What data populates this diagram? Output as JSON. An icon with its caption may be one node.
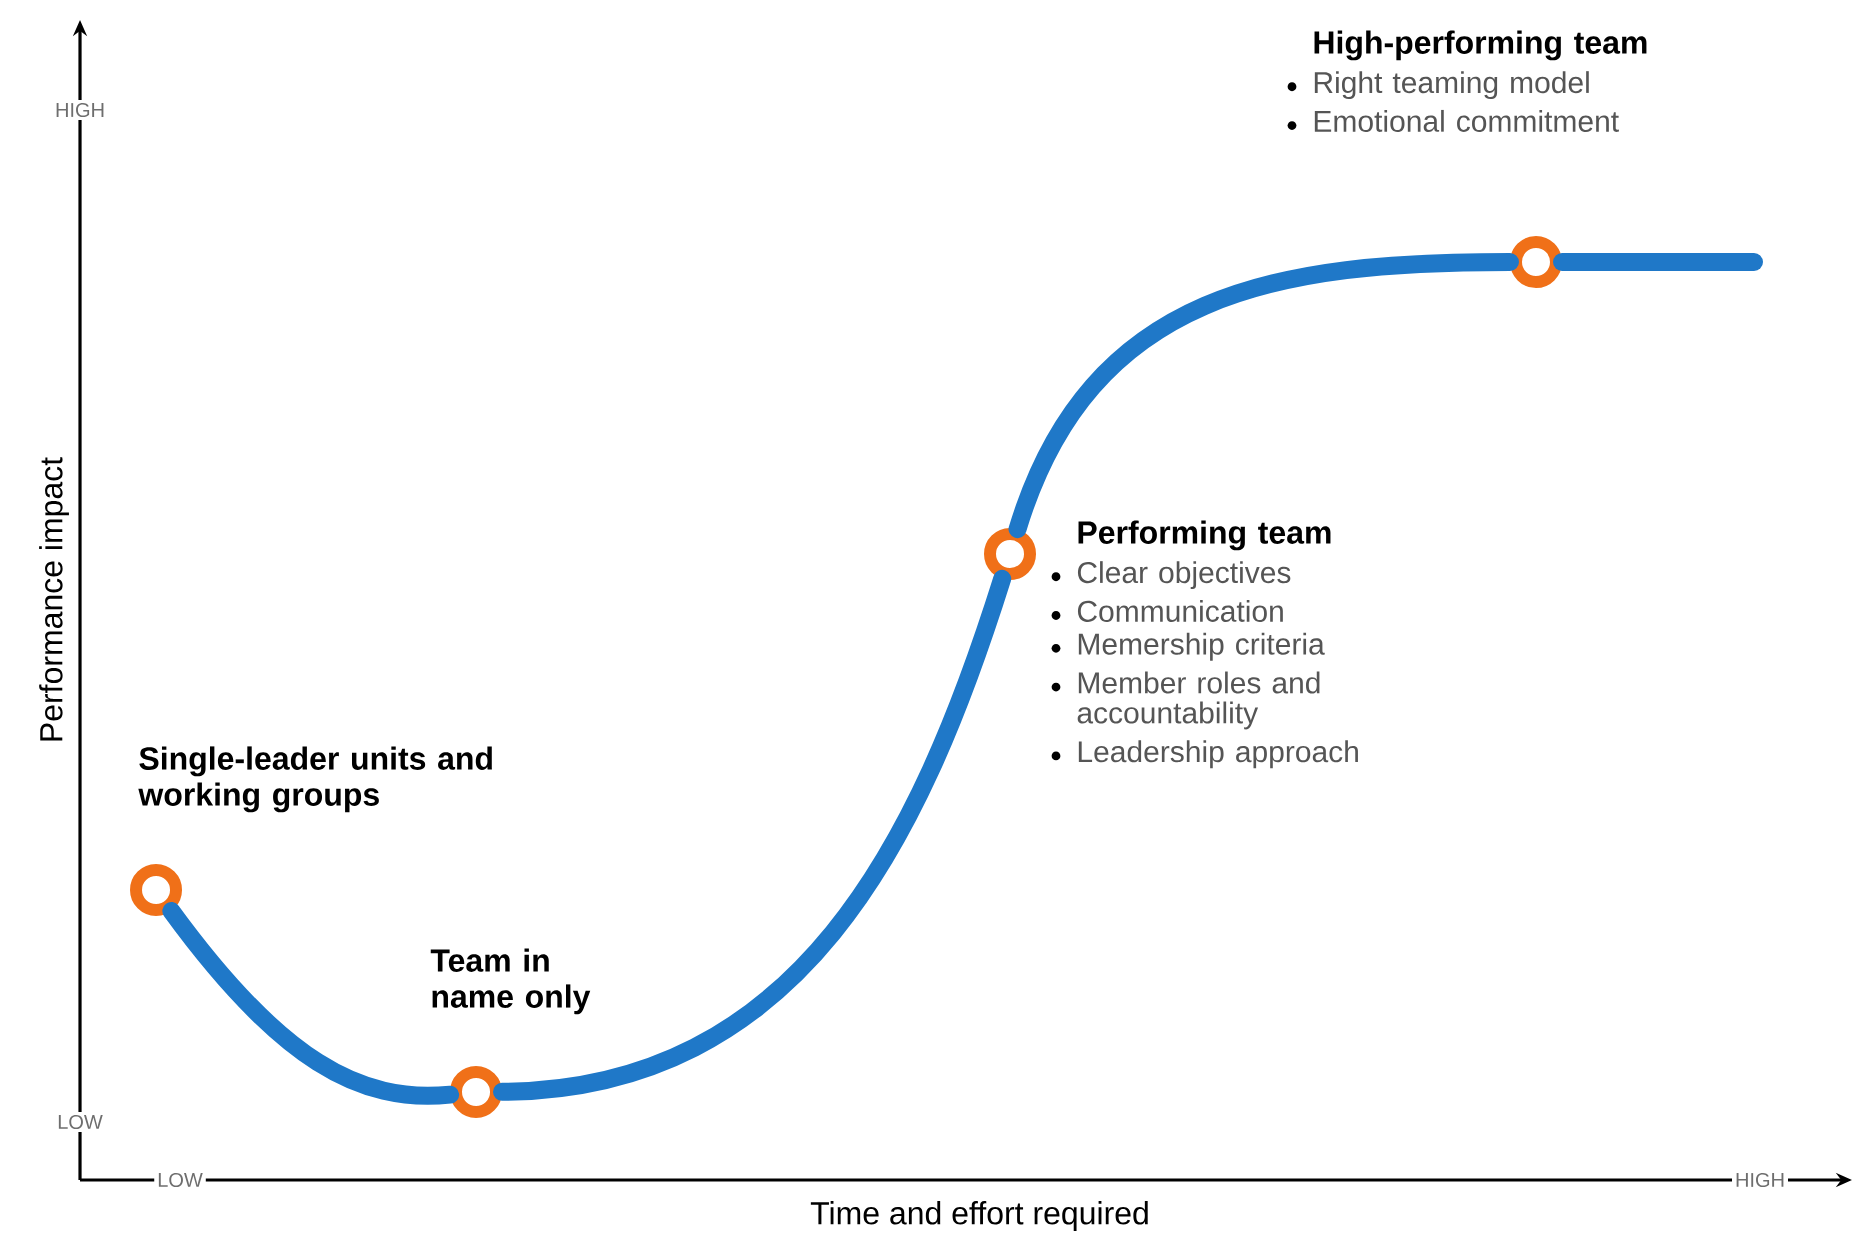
{
  "diagram": {
    "nodes": [
      {
        "text": [],
        "shape": "circle",
        "beside": [
          "Single-leader units and working groups"
        ]
      },
      {
        "text": [],
        "shape": "circle",
        "beside": [
          "Team in name only"
        ]
      },
      {
        "text": [],
        "shape": "circle",
        "beside": [
          "Performing team",
          "Clear objectives",
          "Communication",
          "Memership criteria",
          "Member roles and accountability",
          "Leadership approach"
        ]
      },
      {
        "text": [],
        "shape": "circle",
        "beside": [
          "High-performing team",
          "Right teaming model",
          "Emotional commitment"
        ]
      }
    ],
    "edges": [
      {
        "from": 0,
        "to": 1,
        "arrow": "none"
      },
      {
        "from": 1,
        "to": 2,
        "arrow": "none"
      },
      {
        "from": 2,
        "to": 3,
        "arrow": "none"
      },
      {
        "from": 3,
        "to": null,
        "arrow": "none"
      }
    ],
    "labels": [
      "HIGH",
      "Performance impact",
      "LOW",
      "LOW",
      "HIGH",
      "Time and effort required"
    ]
  }
}
